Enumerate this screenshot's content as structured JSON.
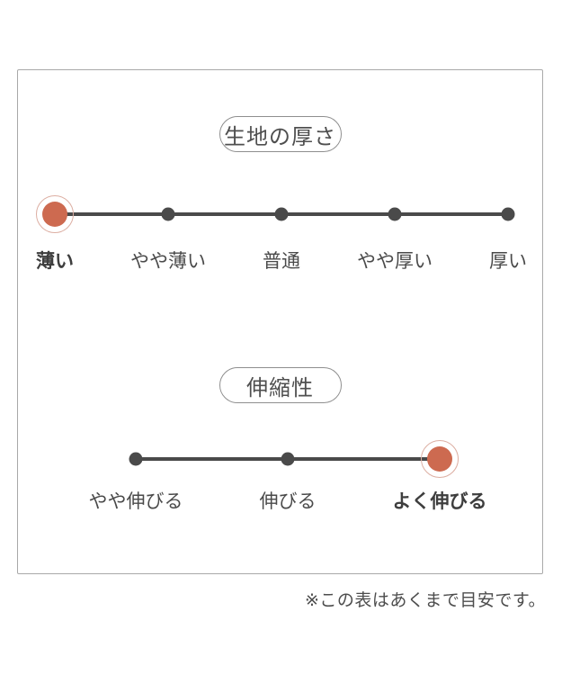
{
  "panel": {
    "scales": [
      {
        "id": "thickness",
        "title": "生地の厚さ",
        "points": [
          {
            "label": "薄い",
            "selected": true
          },
          {
            "label": "やや薄い",
            "selected": false
          },
          {
            "label": "普通",
            "selected": false
          },
          {
            "label": "やや厚い",
            "selected": false
          },
          {
            "label": "厚い",
            "selected": false
          }
        ]
      },
      {
        "id": "stretch",
        "title": "伸縮性",
        "points": [
          {
            "label": "やや伸びる",
            "selected": false
          },
          {
            "label": "伸びる",
            "selected": false
          },
          {
            "label": "よく伸びる",
            "selected": true
          }
        ]
      }
    ]
  },
  "footnote": "※この表はあくまで目安です。",
  "colors": {
    "accent": "#cd6a50",
    "accent_ring": "#dcaea2",
    "line": "#4a4a4a",
    "text": "#4a4a4a",
    "panel_border": "#a9a9a9",
    "pill_border": "#8f8f8f",
    "background": "#ffffff"
  }
}
